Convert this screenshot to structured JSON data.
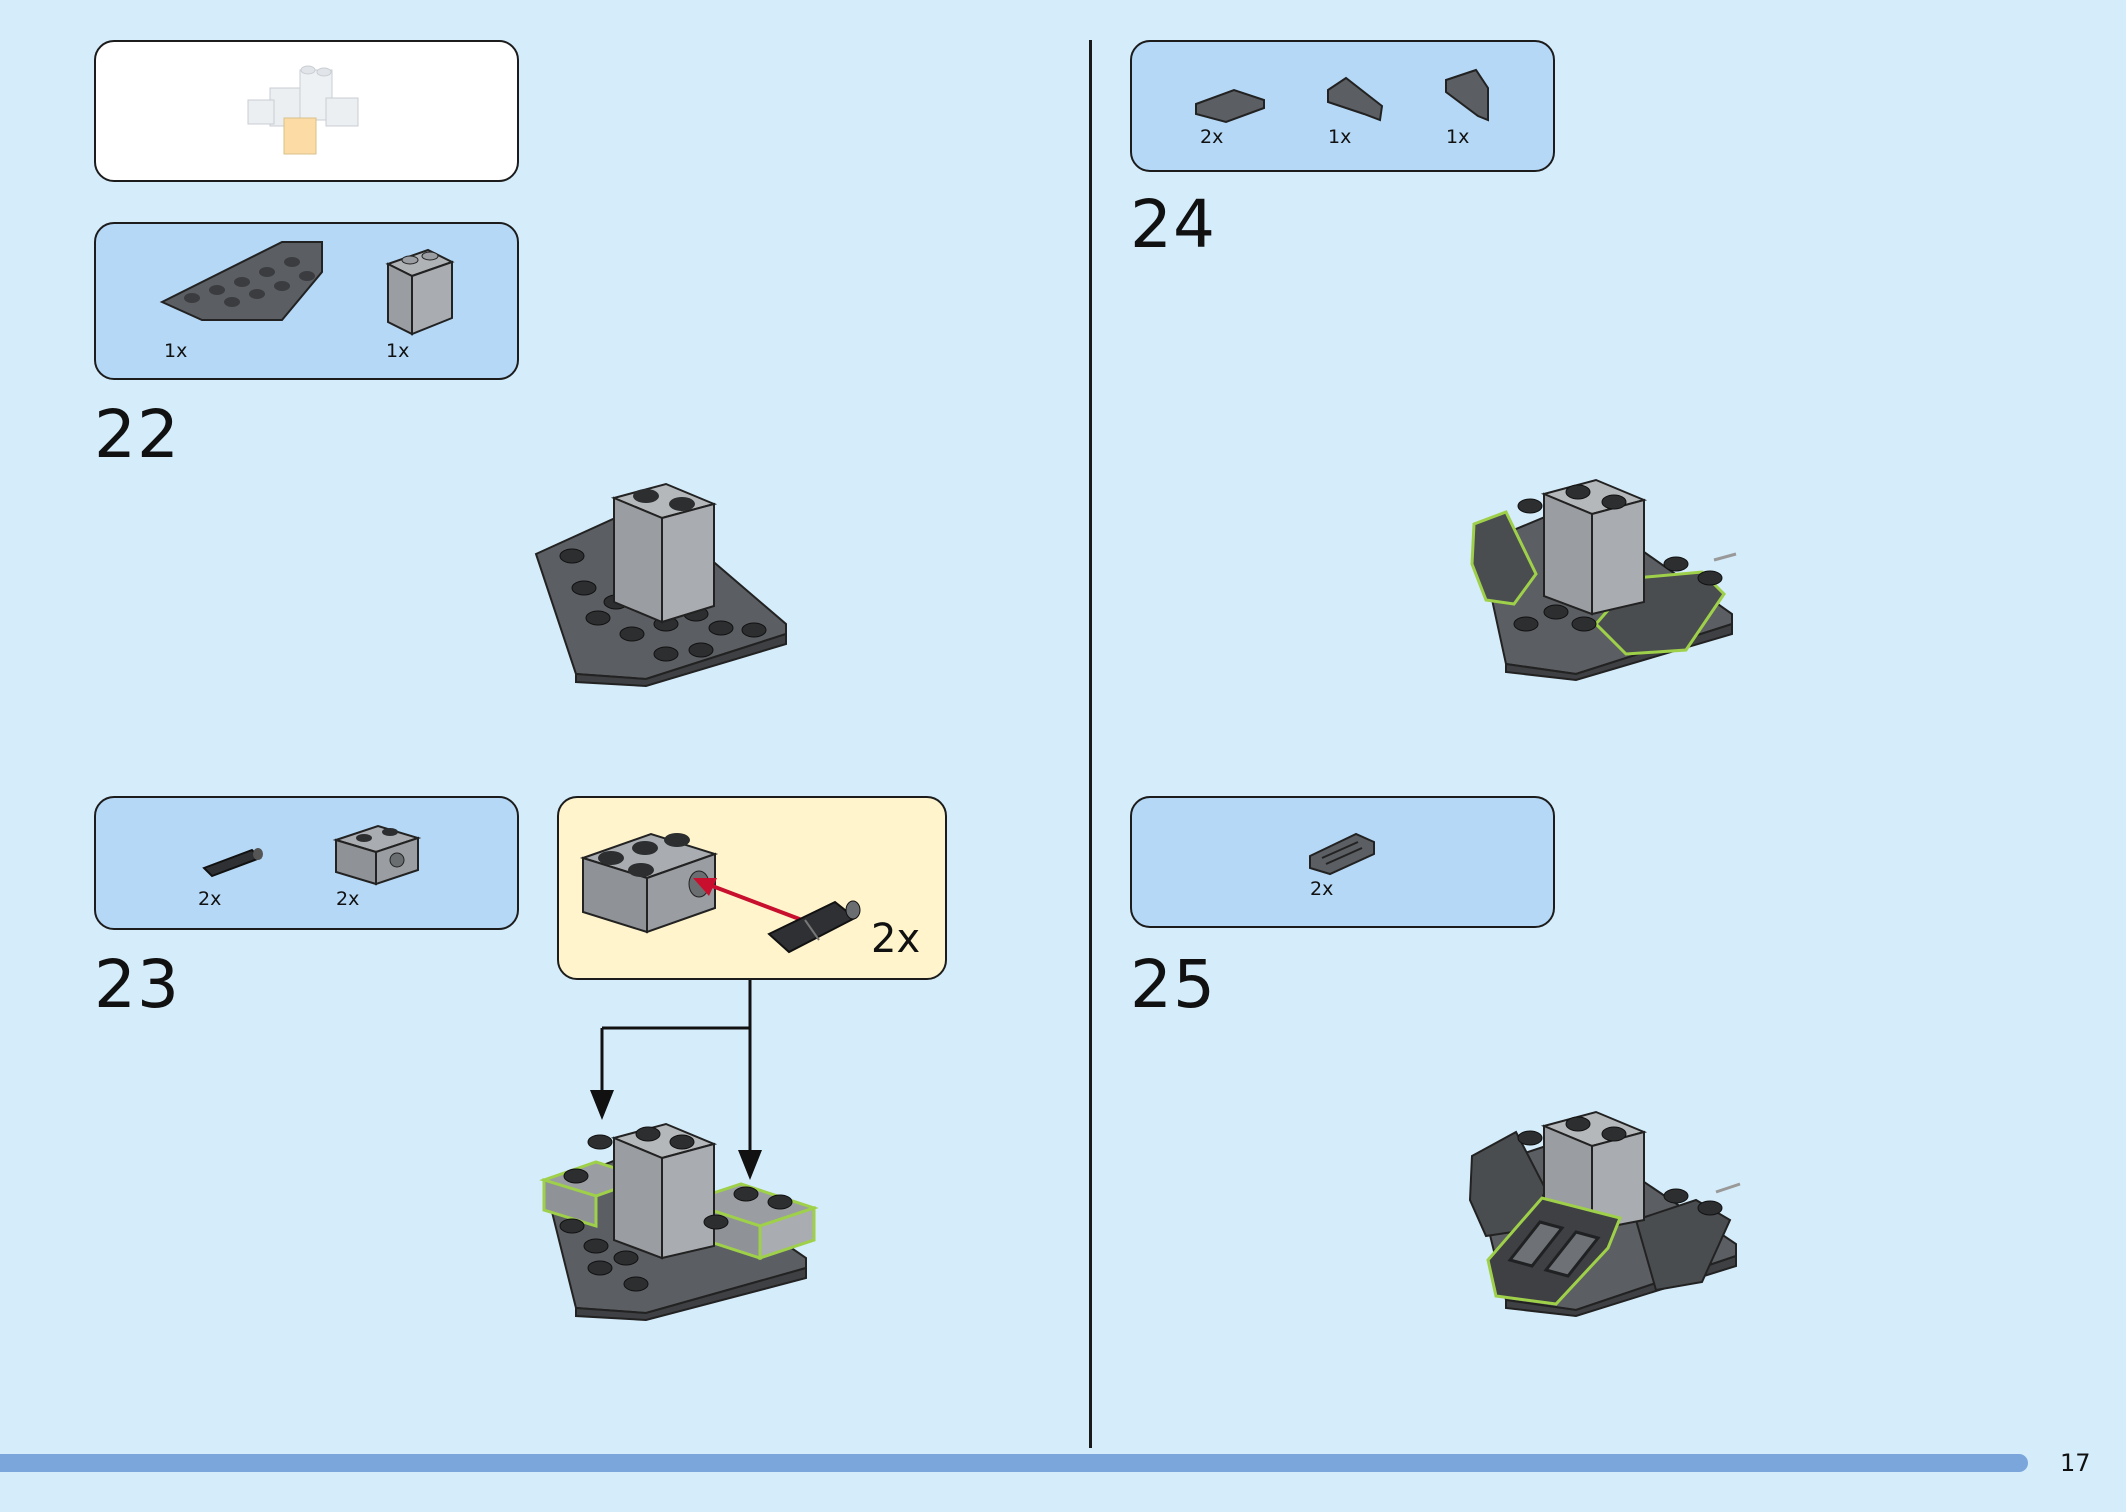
{
  "steps": [
    {
      "number": "22",
      "parts": [
        {
          "qty": "1x"
        },
        {
          "qty": "1x"
        }
      ]
    },
    {
      "number": "23",
      "parts": [
        {
          "qty": "2x"
        },
        {
          "qty": "2x"
        }
      ],
      "subassembly_qty": "2x"
    },
    {
      "number": "24",
      "parts": [
        {
          "qty": "2x"
        },
        {
          "qty": "1x"
        },
        {
          "qty": "1x"
        }
      ]
    },
    {
      "number": "25",
      "parts": [
        {
          "qty": "2x"
        }
      ]
    }
  ],
  "page_number": "17",
  "colors": {
    "background": "#d5ecfa",
    "parts_box": "#b5d8f6",
    "subassembly_box": "#fff4cc",
    "highlight": "#9fd04a",
    "arrow_red": "#c8102e"
  }
}
